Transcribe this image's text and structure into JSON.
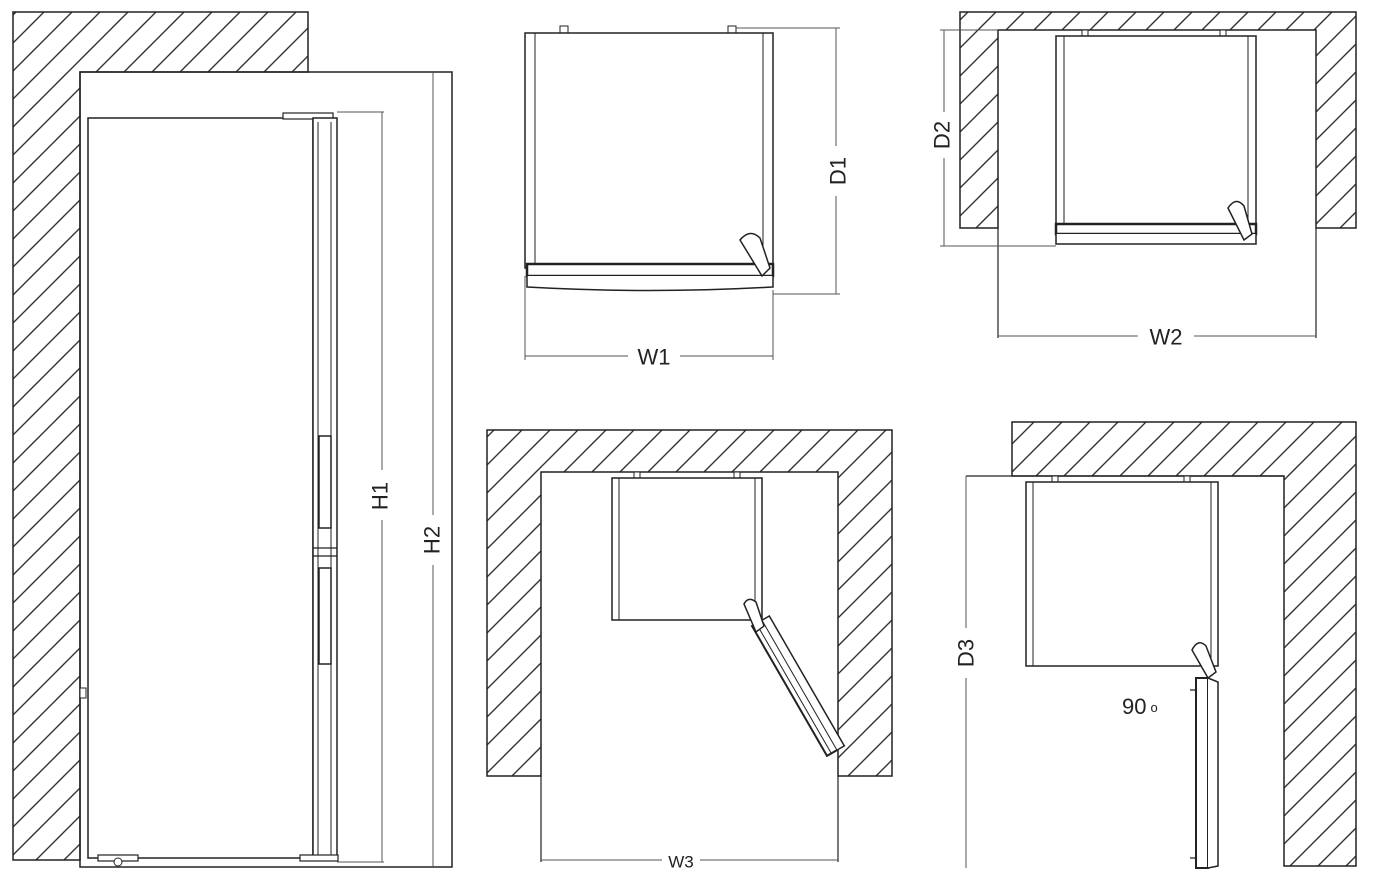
{
  "labels": {
    "h1": "H1",
    "h2": "H2",
    "w1": "W1",
    "d1": "D1",
    "w2": "W2",
    "d2": "D2",
    "w3": "W3",
    "d3": "D3",
    "angle": "90"
  },
  "colors": {
    "line": "#222222",
    "hatch": "#333333",
    "dim_line": "#555555",
    "background": "#ffffff"
  }
}
